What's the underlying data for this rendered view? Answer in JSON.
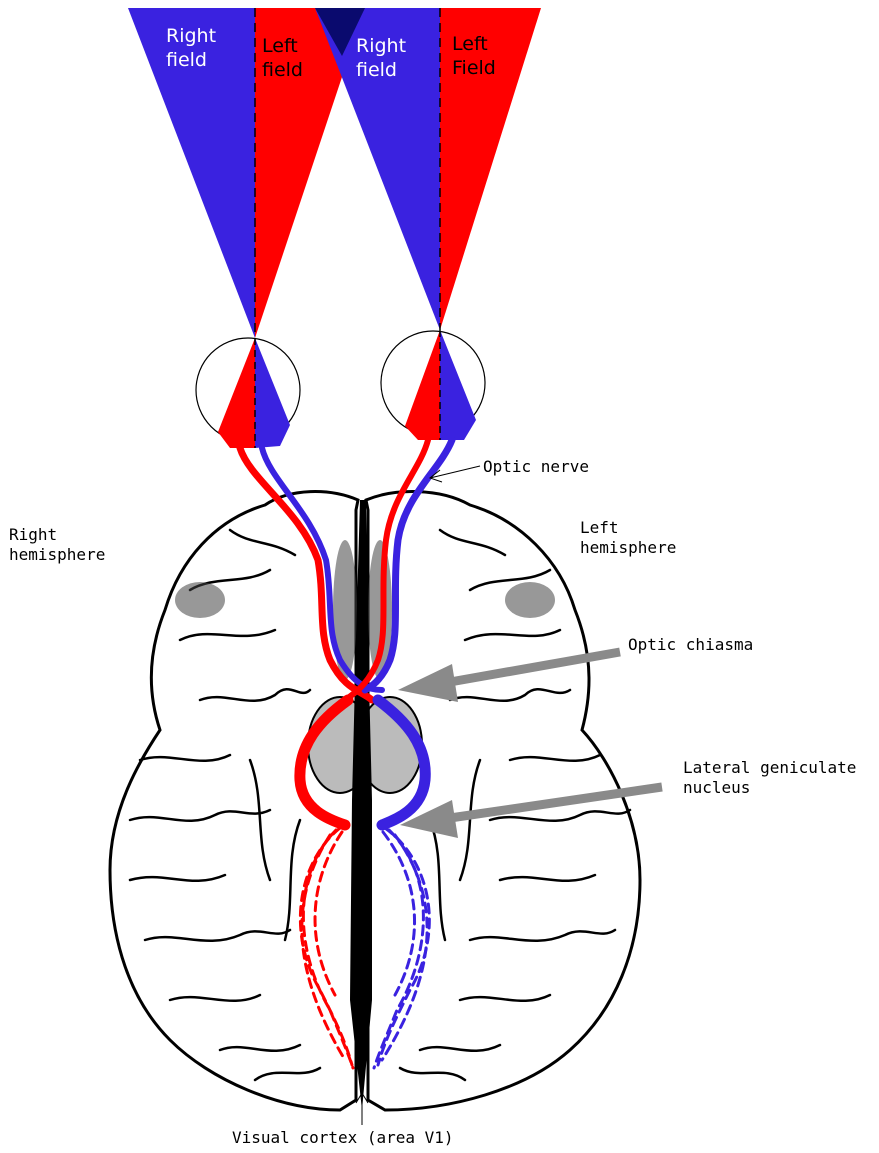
{
  "fields": {
    "right_field_left_eye": [
      "Right",
      "field"
    ],
    "left_field_left_eye": [
      "Left",
      "field"
    ],
    "right_field_right_eye": [
      "Right",
      "field"
    ],
    "left_field_right_eye": [
      "Left",
      "Field"
    ]
  },
  "labels": {
    "optic_nerve": "Optic nerve",
    "right_hemisphere": [
      "Right",
      "hemisphere"
    ],
    "left_hemisphere": [
      "Left",
      "hemisphere"
    ],
    "optic_chiasma": "Optic chiasma",
    "lateral_geniculate_nucleus": [
      "Lateral geniculate",
      "nucleus"
    ],
    "visual_cortex": "Visual cortex (area V1)"
  },
  "colors": {
    "right_field": "#3a22e0",
    "left_field": "#ff0000",
    "overlap": "#0a0a6e",
    "pointer_arrow": "#8a8a8a",
    "outline": "#000000"
  }
}
